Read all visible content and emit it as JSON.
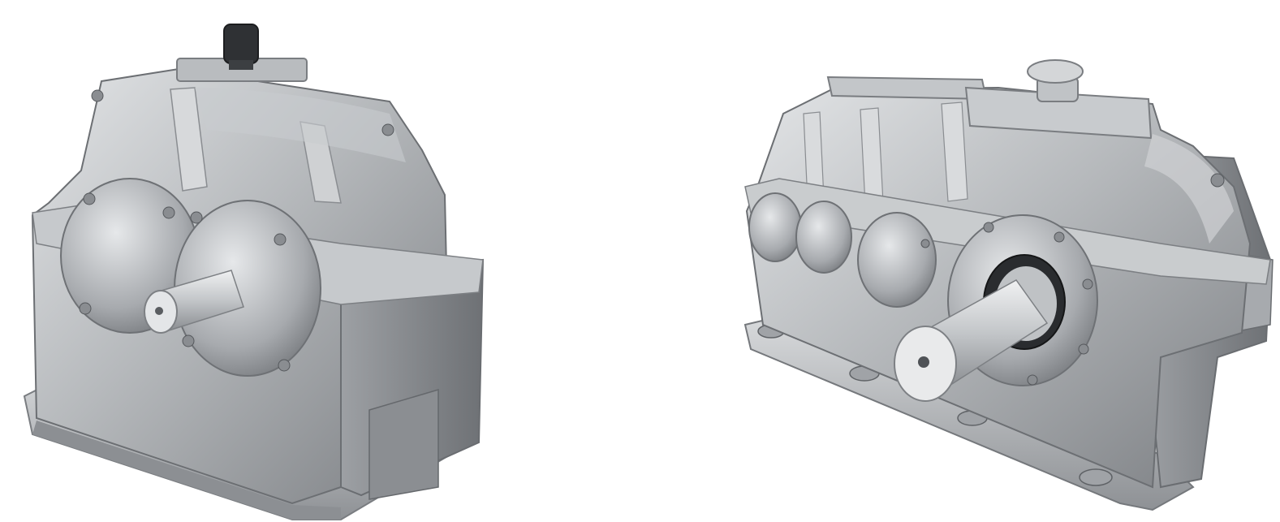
{
  "scene": {
    "background": "#ffffff",
    "items": [
      {
        "kind": "gearbox-reducer",
        "variant": "two-stage-vertical",
        "color": "#b9bcbf"
      },
      {
        "kind": "gearbox-reducer",
        "variant": "three-stage-horizontal",
        "color": "#c4c7ca"
      }
    ]
  }
}
